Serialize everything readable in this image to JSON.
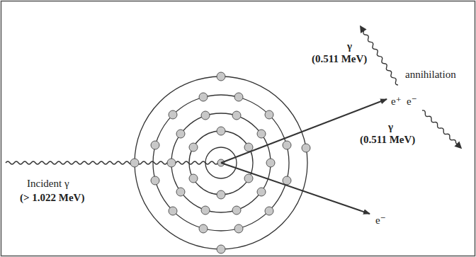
{
  "diagram": {
    "labels": [
      "Incident γ",
      "(> 1.022 MeV)",
      "γ",
      "(0.511 MeV)",
      "annihilation",
      "e⁺",
      "e⁻",
      "γ",
      "(0.511 MeV)",
      "e⁻"
    ]
  }
}
